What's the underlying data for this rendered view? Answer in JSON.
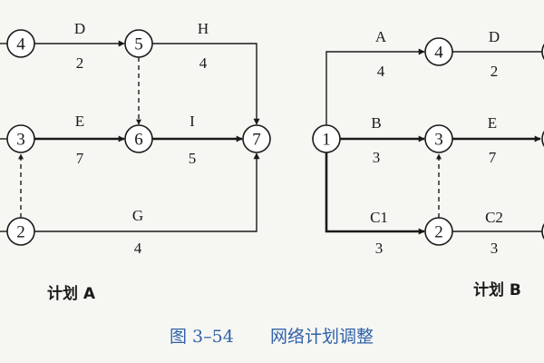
{
  "colors": {
    "ink": "#1a1a1a",
    "caption": "#2f62a8",
    "paper": "#f6f6f3"
  },
  "plan_a": {
    "title": "计划 A",
    "nodes": [
      "4",
      "5",
      "3",
      "6",
      "7",
      "2"
    ],
    "activities": {
      "D": {
        "name": "D",
        "duration": "2"
      },
      "H": {
        "name": "H",
        "duration": "4"
      },
      "E": {
        "name": "E",
        "duration": "7"
      },
      "I": {
        "name": "I",
        "duration": "5"
      },
      "G": {
        "name": "G",
        "duration": "4"
      }
    }
  },
  "plan_b": {
    "title": "计划 B",
    "nodes": [
      "1",
      "4",
      "3",
      "2"
    ],
    "activities": {
      "A": {
        "name": "A",
        "duration": "4"
      },
      "D": {
        "name": "D",
        "duration": "2"
      },
      "B": {
        "name": "B",
        "duration": "3"
      },
      "E": {
        "name": "E",
        "duration": "7"
      },
      "C1": {
        "name": "C1",
        "duration": "3"
      },
      "C2": {
        "name": "C2",
        "duration": "3"
      }
    }
  },
  "caption": {
    "number": "图 3–54",
    "text": "网络计划调整"
  }
}
